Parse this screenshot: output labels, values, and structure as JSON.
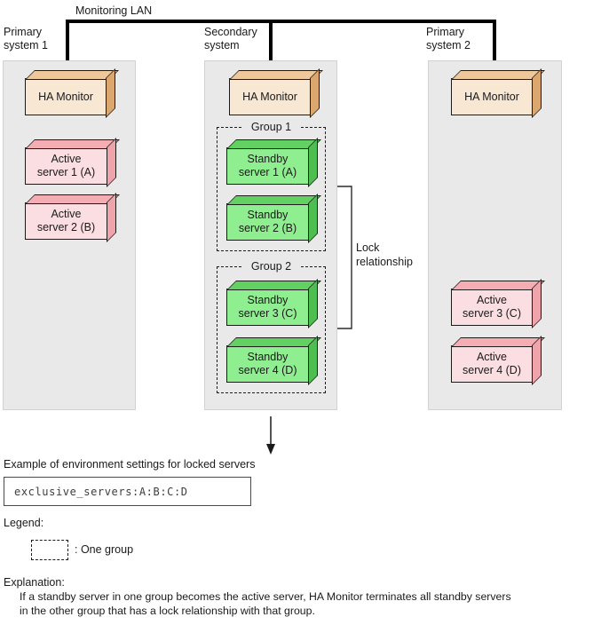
{
  "colors": {
    "panel": "#e9e9e9",
    "ha_front": "#f8e7d2",
    "ha_top": "#eec89b",
    "ha_side": "#dca76f",
    "standby_front": "#8fee8f",
    "standby_top": "#62d162",
    "standby_side": "#4fbe50",
    "active_front": "#fbdee1",
    "active_top": "#f3adb3",
    "active_side": "#efa3aa",
    "line": "#000000"
  },
  "lan": {
    "label": "Monitoring LAN"
  },
  "systems": {
    "primary1": {
      "label": "Primary\nsystem 1",
      "ha": "HA Monitor",
      "server1": "Active\nserver 1 (A)",
      "server2": "Active\nserver 2 (B)"
    },
    "secondary": {
      "label": "Secondary\nsystem",
      "ha": "HA Monitor",
      "group1": {
        "label": "Group 1",
        "server1": "Standby\nserver 1 (A)",
        "server2": "Standby\nserver 2 (B)"
      },
      "group2": {
        "label": "Group 2",
        "server1": "Standby\nserver 3 (C)",
        "server2": "Standby\nserver 4 (D)"
      }
    },
    "primary2": {
      "label": "Primary\nsystem 2",
      "ha": "HA Monitor",
      "server1": "Active\nserver 3 (C)",
      "server2": "Active\nserver 4 (D)"
    }
  },
  "lock": {
    "label": "Lock\nrelationship"
  },
  "example": {
    "caption": "Example of environment settings for locked servers",
    "code": "exclusive_servers:A:B:C:D"
  },
  "legend": {
    "title": "Legend:",
    "box_meaning": ": One group"
  },
  "explanation": {
    "title": "Explanation:",
    "line1": "If a standby server in one group becomes the active server, HA Monitor terminates all standby servers",
    "line2": "in the other group that has a lock relationship with that group."
  }
}
